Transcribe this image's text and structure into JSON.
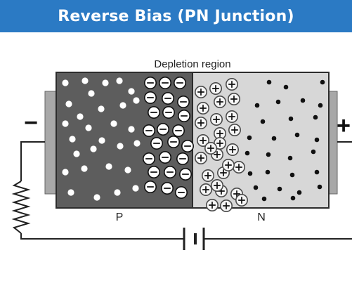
{
  "header": {
    "title": "Reverse Bias (PN Junction)"
  },
  "diagram": {
    "depletion_label": "Depletion region",
    "p_label": "P",
    "n_label": "N",
    "minus_terminal": "−",
    "plus_terminal": "+",
    "components": [
      "resistor-icon",
      "battery-icon"
    ]
  },
  "colors": {
    "title_bar": "#2b7ac4",
    "p_region": "#5d5d5d",
    "n_region": "#d7d7d7",
    "wire": "#222222"
  }
}
